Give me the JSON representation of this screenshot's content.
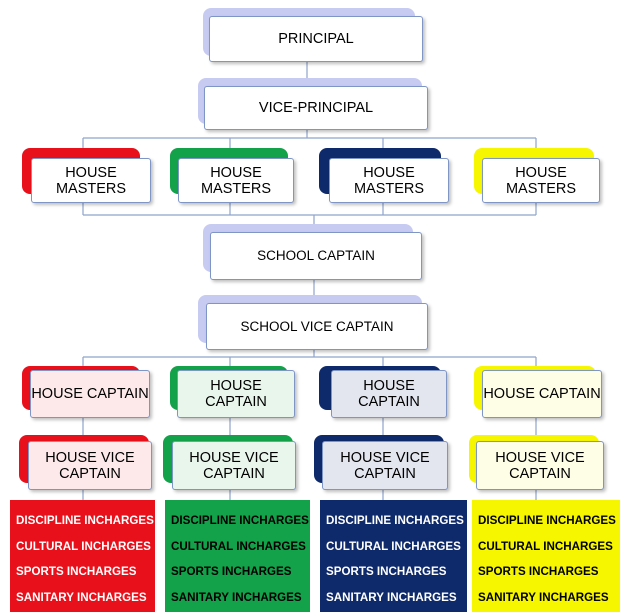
{
  "chart": {
    "principal": "PRINCIPAL",
    "vice_principal": "VICE-PRINCIPAL",
    "house_masters": [
      "HOUSE\nMASTERS",
      "HOUSE\nMASTERS",
      "HOUSE\nMASTERS",
      "HOUSE\nMASTERS"
    ],
    "school_captain": "SCHOOL CAPTAIN",
    "school_vice_captain": "SCHOOL VICE CAPTAIN",
    "house_captains": [
      "HOUSE CAPTAIN",
      "HOUSE CAPTAIN",
      "HOUSE CAPTAIN",
      "HOUSE CAPTAIN"
    ],
    "house_vice_captains": [
      "HOUSE VICE\nCAPTAIN",
      "HOUSE VICE\nCAPTAIN",
      "HOUSE VICE\nCAPTAIN",
      "HOUSE VICE\nCAPTAIN"
    ],
    "incharges": [
      {
        "items": [
          "DISCIPLINE INCHARGES",
          "CULTURAL INCHARGES",
          "SPORTS INCHARGES",
          "SANITARY INCHARGES"
        ]
      },
      {
        "items": [
          "DISCIPLINE INCHARGES",
          "CULTURAL INCHARGES",
          "SPORTS INCHARGES",
          "SANITARY INCHARGES"
        ]
      },
      {
        "items": [
          "DISCIPLINE INCHARGES",
          "CULTURAL INCHARGES",
          "SPORTS INCHARGES",
          "SANITARY INCHARGES"
        ]
      },
      {
        "items": [
          "DISCIPLINE INCHARGES",
          "CULTURAL INCHARGES",
          "SPORTS INCHARGES",
          "SANITARY INCHARGES"
        ]
      }
    ]
  },
  "colors": {
    "red": "#e8101a",
    "green": "#13a24a",
    "navy": "#0f2a6b",
    "yellow": "#f6f600",
    "lavender": "#c7cbf2",
    "connector": "#8fa3cc",
    "tint_red": "#fde9e9",
    "tint_green": "#e9f6ec",
    "tint_navy": "#e3e6ef",
    "tint_yellow": "#fefde6"
  }
}
